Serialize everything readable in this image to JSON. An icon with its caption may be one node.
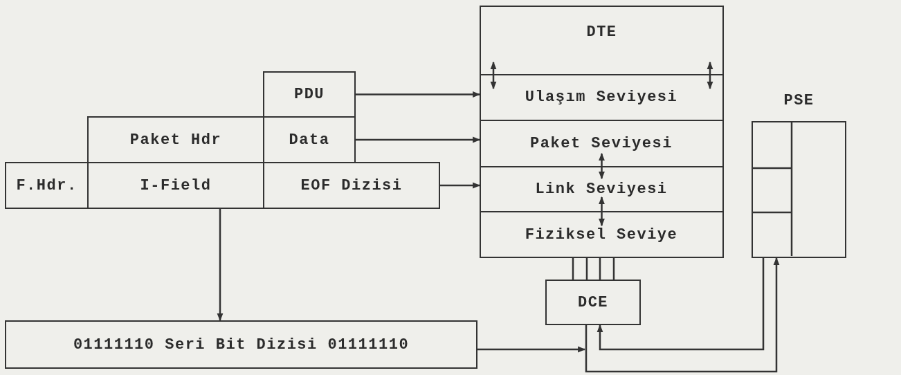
{
  "diagram": {
    "nodes": [
      {
        "text": [
          "PDU"
        ]
      },
      {
        "text": [
          "Paket Hdr"
        ]
      },
      {
        "text": [
          "Data"
        ]
      },
      {
        "text": [
          "F.Hdr."
        ]
      },
      {
        "text": [
          "I-Field"
        ]
      },
      {
        "text": [
          "EOF Dizisi"
        ]
      },
      {
        "text": [
          "01111110 Seri Bit Dizisi 01111110"
        ]
      },
      {
        "text": [
          "DTE"
        ]
      },
      {
        "text": [
          "Ulaşım Seviyesi"
        ],
        "in": 7
      },
      {
        "text": [
          "Paket Seviyesi"
        ],
        "in": 7
      },
      {
        "text": [
          "Link Seviyesi"
        ],
        "in": 7
      },
      {
        "text": [
          "Fiziksel Seviye"
        ],
        "in": 7
      },
      {
        "text": [
          "DCE"
        ]
      },
      {
        "text": [
          "PSE"
        ]
      }
    ],
    "edges": [
      {
        "from": 0,
        "to": 8,
        "arrow": "to"
      },
      {
        "from": 2,
        "to": 9,
        "arrow": "to"
      },
      {
        "from": 5,
        "to": 10,
        "arrow": "to"
      },
      {
        "from": 4,
        "to": 6,
        "arrow": "to"
      },
      {
        "from": 7,
        "to": 8,
        "arrow": "both"
      },
      {
        "from": 7,
        "to": 8,
        "arrow": "both"
      },
      {
        "from": 9,
        "to": 10,
        "arrow": "both"
      },
      {
        "from": 10,
        "to": 11,
        "arrow": "both"
      },
      {
        "from": 11,
        "to": 12,
        "arrow": "none"
      },
      {
        "from": 6,
        "to": 12,
        "arrow": "to"
      },
      {
        "from": 12,
        "to": 13,
        "arrow": "to"
      },
      {
        "from": 13,
        "to": 12,
        "arrow": "to"
      }
    ]
  }
}
